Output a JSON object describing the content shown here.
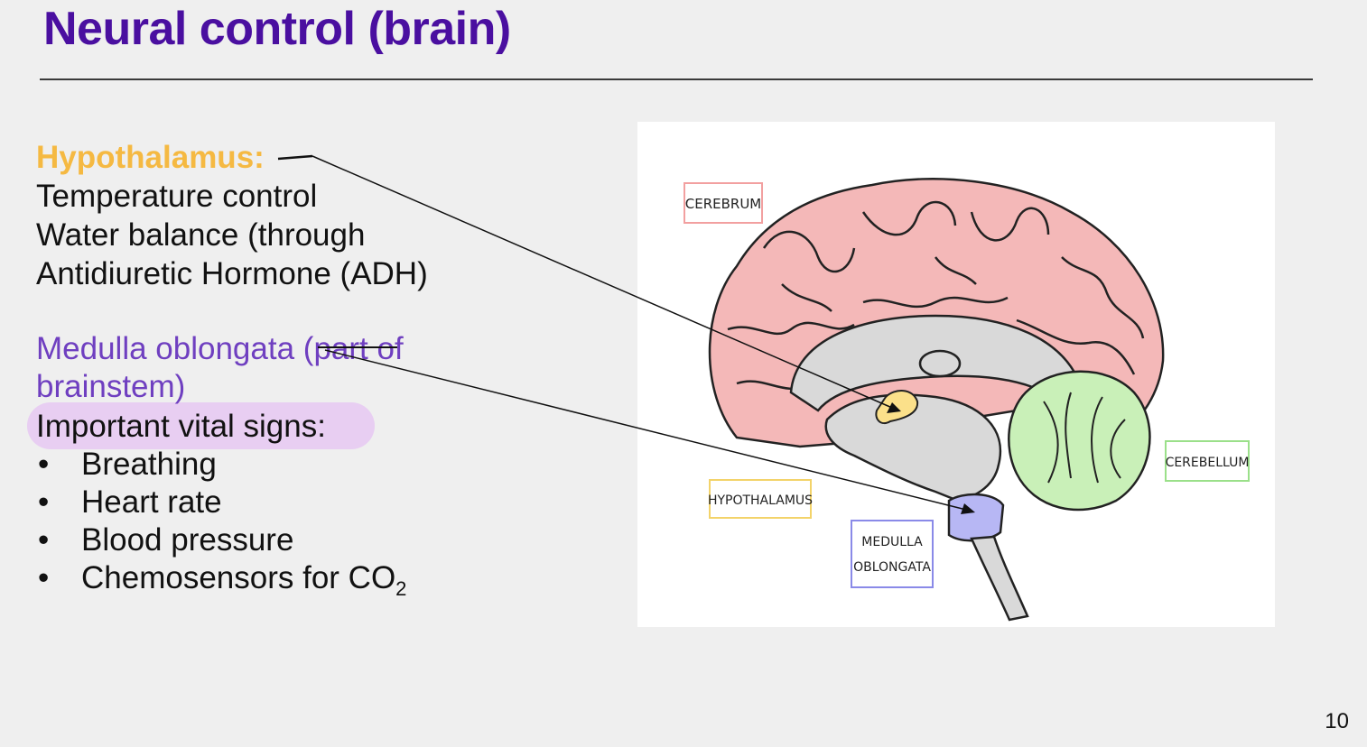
{
  "slide": {
    "title": "Neural control (brain)",
    "page_number": "10"
  },
  "hypothalamus": {
    "heading": "Hypothalamus:",
    "lines": [
      "Temperature control",
      "Water balance (through",
      "Antidiuretic Hormone (ADH)"
    ]
  },
  "medulla": {
    "heading_main": "Medulla oblongata",
    "heading_tail": " (part of",
    "heading_line2": "brainstem)",
    "subheading": "Important vital signs:",
    "bullets": [
      "Breathing",
      "Heart rate",
      "Blood pressure",
      "Chemosensors for CO"
    ],
    "co2_subscript": "2"
  },
  "diagram": {
    "labels": {
      "cerebrum": "CEREBRUM",
      "cerebellum": "CEREBELLUM",
      "hypothalamus": "HYPOTHALAMUS",
      "medulla_line1": "MEDULLA",
      "medulla_line2": "OBLONGATA"
    },
    "colors": {
      "cerebrum": "#f4b8b8",
      "cerebellum": "#c9f0b8",
      "hypothalamus": "#fbe08a",
      "medulla": "#b7b7f4",
      "brainstem": "#d9d9d9"
    }
  }
}
